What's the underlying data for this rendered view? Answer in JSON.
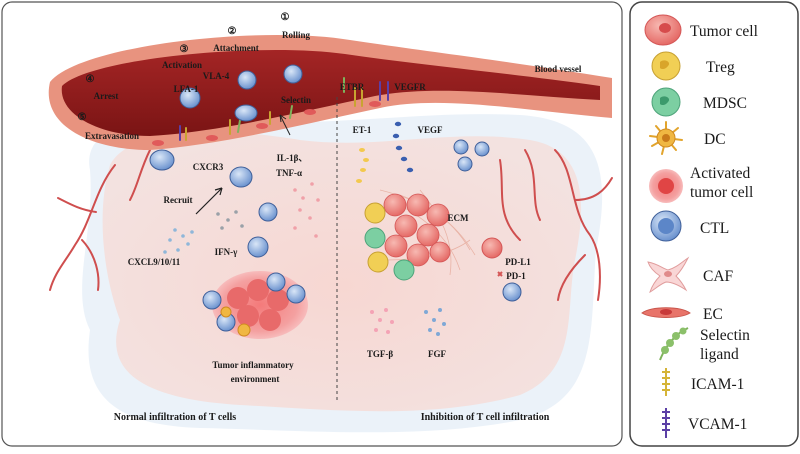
{
  "diagram": {
    "steps": [
      {
        "num": "①",
        "label": "Rolling"
      },
      {
        "num": "②",
        "label": "Attachment"
      },
      {
        "num": "③",
        "label": "Activation"
      },
      {
        "num": "④",
        "label": "Arrest"
      },
      {
        "num": "⑤",
        "label": "Extravasation"
      }
    ],
    "labels": {
      "blood_vessel": "Blood vessel",
      "vla4": "VLA-4",
      "lfa1": "LFA-1",
      "selectin": "Selectin",
      "cxcr3": "CXCR3",
      "il1b": "IL-1β、",
      "tnfa": "TNF-α",
      "recruit": "Recruit",
      "cxcl": "CXCL9/10/11",
      "ifng": "IFN-γ",
      "tumor_env_1": "Tumor inflammatory",
      "tumor_env_2": "environment",
      "etbr": "ETBR",
      "vegfr": "VEGFR",
      "et1": "ET-1",
      "vegf": "VEGF",
      "ecm": "ECM",
      "pdl1": "PD-L1",
      "pd1": "PD-1",
      "tgfb": "TGF-β",
      "fgf": "FGF"
    },
    "captions": {
      "left": "Normal infiltration of T cells",
      "right": "Inhibition of T cell infiltration"
    }
  },
  "legend": {
    "items": [
      {
        "icon": "tumor-cell-icon",
        "label": "Tumor cell"
      },
      {
        "icon": "treg-icon",
        "label": "Treg"
      },
      {
        "icon": "mdsc-icon",
        "label": "MDSC"
      },
      {
        "icon": "dc-icon",
        "label": "DC"
      },
      {
        "icon": "activated-tumor-cell-icon",
        "label": "Activated",
        "label2": "tumor cell"
      },
      {
        "icon": "ctl-icon",
        "label": "CTL"
      },
      {
        "icon": "caf-icon",
        "label": "CAF"
      },
      {
        "icon": "ec-icon",
        "label": "EC"
      },
      {
        "icon": "selectin-ligand-icon",
        "label": "Selectin",
        "label2": "ligand"
      },
      {
        "icon": "icam1-icon",
        "label": "ICAM-1"
      },
      {
        "icon": "vcam1-icon",
        "label": "VCAM-1"
      }
    ]
  },
  "colors": {
    "vessel_outer": "#e8937f",
    "vessel_inner": "#8e1d1d",
    "tissue": "#f6dcd8",
    "tumor_cell": "#e86a6a",
    "treg": "#f1cf55",
    "mdsc": "#7ccfa2",
    "ctl": "#6c93cf",
    "dc": "#f0b742"
  }
}
